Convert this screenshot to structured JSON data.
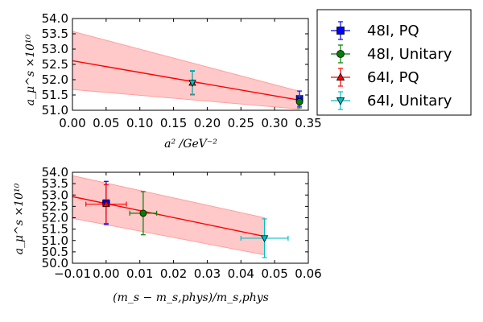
{
  "chart_data": [
    {
      "type": "scatter",
      "xlabel": "a² /GeV⁻²",
      "ylabel": "a_μ^s ×10¹⁰",
      "xlim": [
        0.0,
        0.35
      ],
      "ylim": [
        51.0,
        54.0
      ],
      "x_ticks": [
        "0.00",
        "0.05",
        "0.10",
        "0.15",
        "0.20",
        "0.25",
        "0.30",
        "0.35"
      ],
      "y_ticks": [
        "51.0",
        "51.5",
        "52.0",
        "52.5",
        "53.0",
        "53.5",
        "54.0"
      ],
      "fit": {
        "color": "#ff0000",
        "line": [
          [
            0.0,
            52.62
          ],
          [
            0.337,
            51.33
          ]
        ],
        "band_upper": [
          [
            0.0,
            53.58
          ],
          [
            0.337,
            51.62
          ]
        ],
        "band_lower": [
          [
            0.0,
            51.68
          ],
          [
            0.337,
            51.04
          ]
        ]
      },
      "series": [
        {
          "name": "48I, PQ",
          "marker": "square",
          "color": "#0000ff",
          "x": 0.337,
          "y": 51.38,
          "yerr": 0.25,
          "xerr": 0.002
        },
        {
          "name": "48I, Unitary",
          "marker": "circle",
          "color": "#008000",
          "x": 0.337,
          "y": 51.28,
          "yerr": 0.2,
          "xerr": 0.002
        },
        {
          "name": "64I, PQ",
          "marker": "triangle-up",
          "color": "#ff0000",
          "x": 0.178,
          "y": 51.9,
          "yerr": 0.38,
          "xerr": 0.002
        },
        {
          "name": "64I, Unitary",
          "marker": "triangle-down",
          "color": "#00bfbf",
          "x": 0.178,
          "y": 51.9,
          "yerr": 0.4,
          "xerr": 0.002
        }
      ]
    },
    {
      "type": "scatter",
      "xlabel": "(m_s − m_s,phys)/m_s,phys",
      "ylabel": "a_μ^s ×10¹⁰",
      "xlim": [
        -0.01,
        0.06
      ],
      "ylim": [
        50.0,
        54.0
      ],
      "x_ticks": [
        "−0.01",
        "0.00",
        "0.01",
        "0.02",
        "0.03",
        "0.04",
        "0.05",
        "0.06"
      ],
      "y_ticks": [
        "50.0",
        "50.5",
        "51.0",
        "51.5",
        "52.0",
        "52.5",
        "53.0",
        "53.5",
        "54.0"
      ],
      "fit": {
        "color": "#ff0000",
        "line": [
          [
            -0.01,
            52.93
          ],
          [
            0.047,
            51.18
          ]
        ],
        "band_upper": [
          [
            -0.01,
            53.85
          ],
          [
            0.047,
            52.0
          ]
        ],
        "band_lower": [
          [
            -0.01,
            51.98
          ],
          [
            0.047,
            50.37
          ]
        ]
      },
      "series": [
        {
          "name": "48I, PQ",
          "marker": "square",
          "color": "#0000ff",
          "x": 0.0,
          "y": 52.65,
          "yerr": 0.95,
          "xerr": 0.001
        },
        {
          "name": "48I, Unitary",
          "marker": "circle",
          "color": "#008000",
          "x": 0.011,
          "y": 52.2,
          "yerr": 0.95,
          "xerr": 0.004
        },
        {
          "name": "64I, PQ",
          "marker": "triangle-up",
          "color": "#ff0000",
          "x": 0.0,
          "y": 52.6,
          "yerr": 0.85,
          "xerr": 0.006
        },
        {
          "name": "64I, Unitary",
          "marker": "triangle-down",
          "color": "#00bfbf",
          "x": 0.047,
          "y": 51.1,
          "yerr": 0.85,
          "xerr": 0.007
        }
      ]
    }
  ],
  "legend": {
    "placement": "right",
    "entries": [
      {
        "label": "48I, PQ",
        "marker": "square",
        "color": "#0000ff"
      },
      {
        "label": "48I, Unitary",
        "marker": "circle",
        "color": "#008000"
      },
      {
        "label": "64I, PQ",
        "marker": "triangle-up",
        "color": "#ff0000"
      },
      {
        "label": "64I, Unitary",
        "marker": "triangle-down",
        "color": "#00bfbf"
      }
    ]
  }
}
